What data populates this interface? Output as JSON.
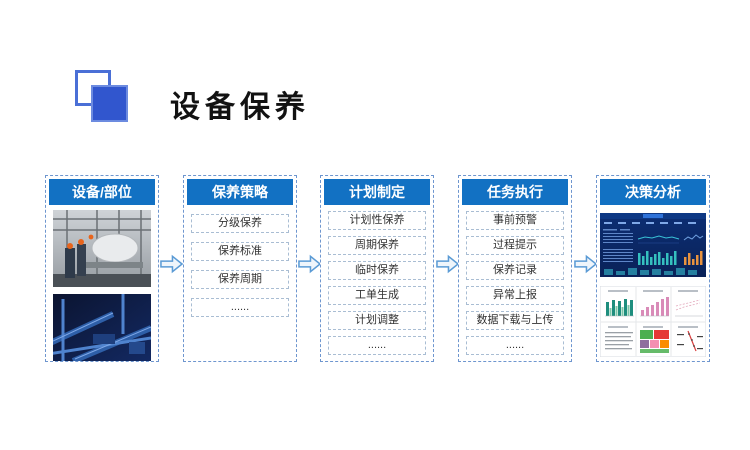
{
  "page": {
    "title": "设备保养"
  },
  "icons": {
    "logo": "overlapping-squares",
    "flow_arrow": "right-block-arrow"
  },
  "colors": {
    "header_blue": "#1271C3",
    "logo_blue": "#3156CE",
    "arrow_stroke": "#5B9BD5",
    "column_border_dashed": "#6E96CF",
    "item_border_dashed": "#A9BDD3"
  },
  "columns": [
    {
      "header": "设备/部位",
      "items": [],
      "images": [
        "equipment-photo-workers",
        "equipment-photo-piping"
      ]
    },
    {
      "header": "保养策略",
      "items": [
        "分级保养",
        "保养标准",
        "保养周期",
        "......"
      ]
    },
    {
      "header": "计划制定",
      "items": [
        "计划性保养",
        "周期保养",
        "临时保养",
        "工单生成",
        "计划调整",
        "......"
      ]
    },
    {
      "header": "任务执行",
      "items": [
        "事前预警",
        "过程提示",
        "保养记录",
        "异常上报",
        "数据下载与上传",
        "......"
      ]
    },
    {
      "header": "决策分析",
      "items": [],
      "images": [
        "dashboard-screenshot",
        "mini-charts-panel"
      ]
    }
  ]
}
